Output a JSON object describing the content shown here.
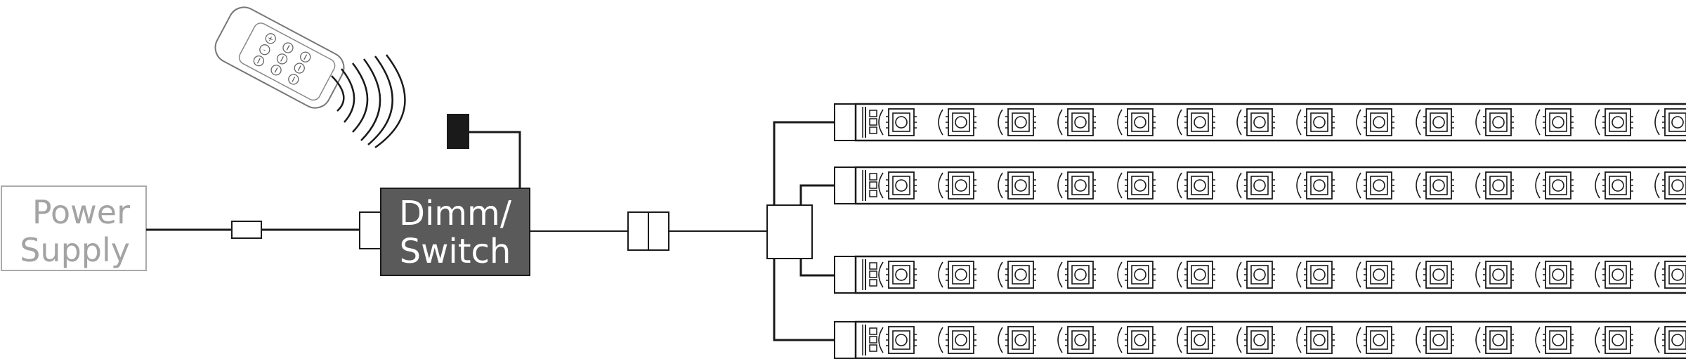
{
  "power_supply": {
    "line1": "Power",
    "line2": "Supply"
  },
  "controller": {
    "line1": "Dimm/",
    "line2": "Switch"
  },
  "colors": {
    "controller_fill": "#5a5a5a",
    "power_supply_text": "#a3a3a3",
    "line": "#1a1a1a"
  },
  "remote": {
    "buttons": [
      "+",
      "",
      "",
      "-",
      "",
      "",
      "",
      "",
      ""
    ]
  },
  "led_strips": {
    "count": 4,
    "leds_per_strip": 14
  }
}
